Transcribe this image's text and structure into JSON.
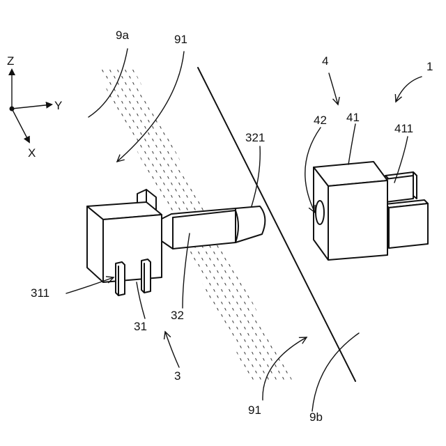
{
  "labels": {
    "axis_z": "Z",
    "axis_y": "Y",
    "axis_x": "X",
    "ref_9a": "9a",
    "ref_91_top": "91",
    "ref_4": "4",
    "ref_1": "1",
    "ref_42": "42",
    "ref_41": "41",
    "ref_411": "411",
    "ref_321": "321",
    "ref_311": "311",
    "ref_31": "31",
    "ref_32": "32",
    "ref_3": "3",
    "ref_91_bottom": "91",
    "ref_9b": "9b"
  }
}
